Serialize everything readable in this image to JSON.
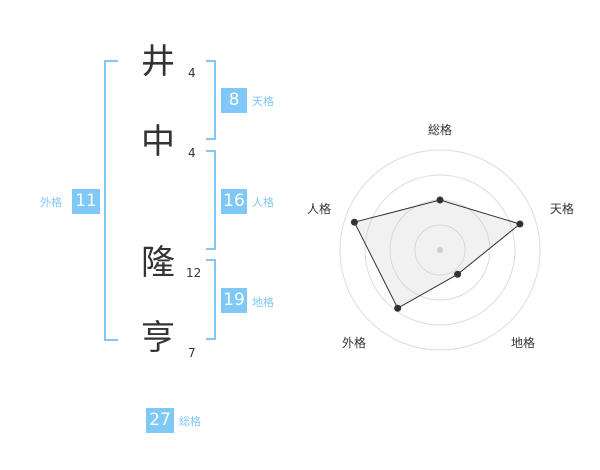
{
  "name": {
    "chars": [
      {
        "char": "井",
        "strokes": "4"
      },
      {
        "char": "中",
        "strokes": "4"
      },
      {
        "char": "隆",
        "strokes": "12"
      },
      {
        "char": "亨",
        "strokes": "7"
      }
    ]
  },
  "scores": {
    "tenkaku": {
      "value": "8",
      "label": "天格"
    },
    "jinkaku": {
      "value": "16",
      "label": "人格"
    },
    "chikaku": {
      "value": "19",
      "label": "地格"
    },
    "gaikaku": {
      "value": "11",
      "label": "外格"
    },
    "soukaku": {
      "value": "27",
      "label": "総格"
    }
  },
  "colors": {
    "accent": "#7fc8f8",
    "text": "#333333"
  },
  "chart_data": {
    "type": "radar",
    "axes": [
      "総格",
      "天格",
      "地格",
      "外格",
      "人格"
    ],
    "max": 5,
    "rings": 4,
    "values": [
      2.5,
      4.2,
      1.5,
      3.6,
      4.5
    ]
  }
}
